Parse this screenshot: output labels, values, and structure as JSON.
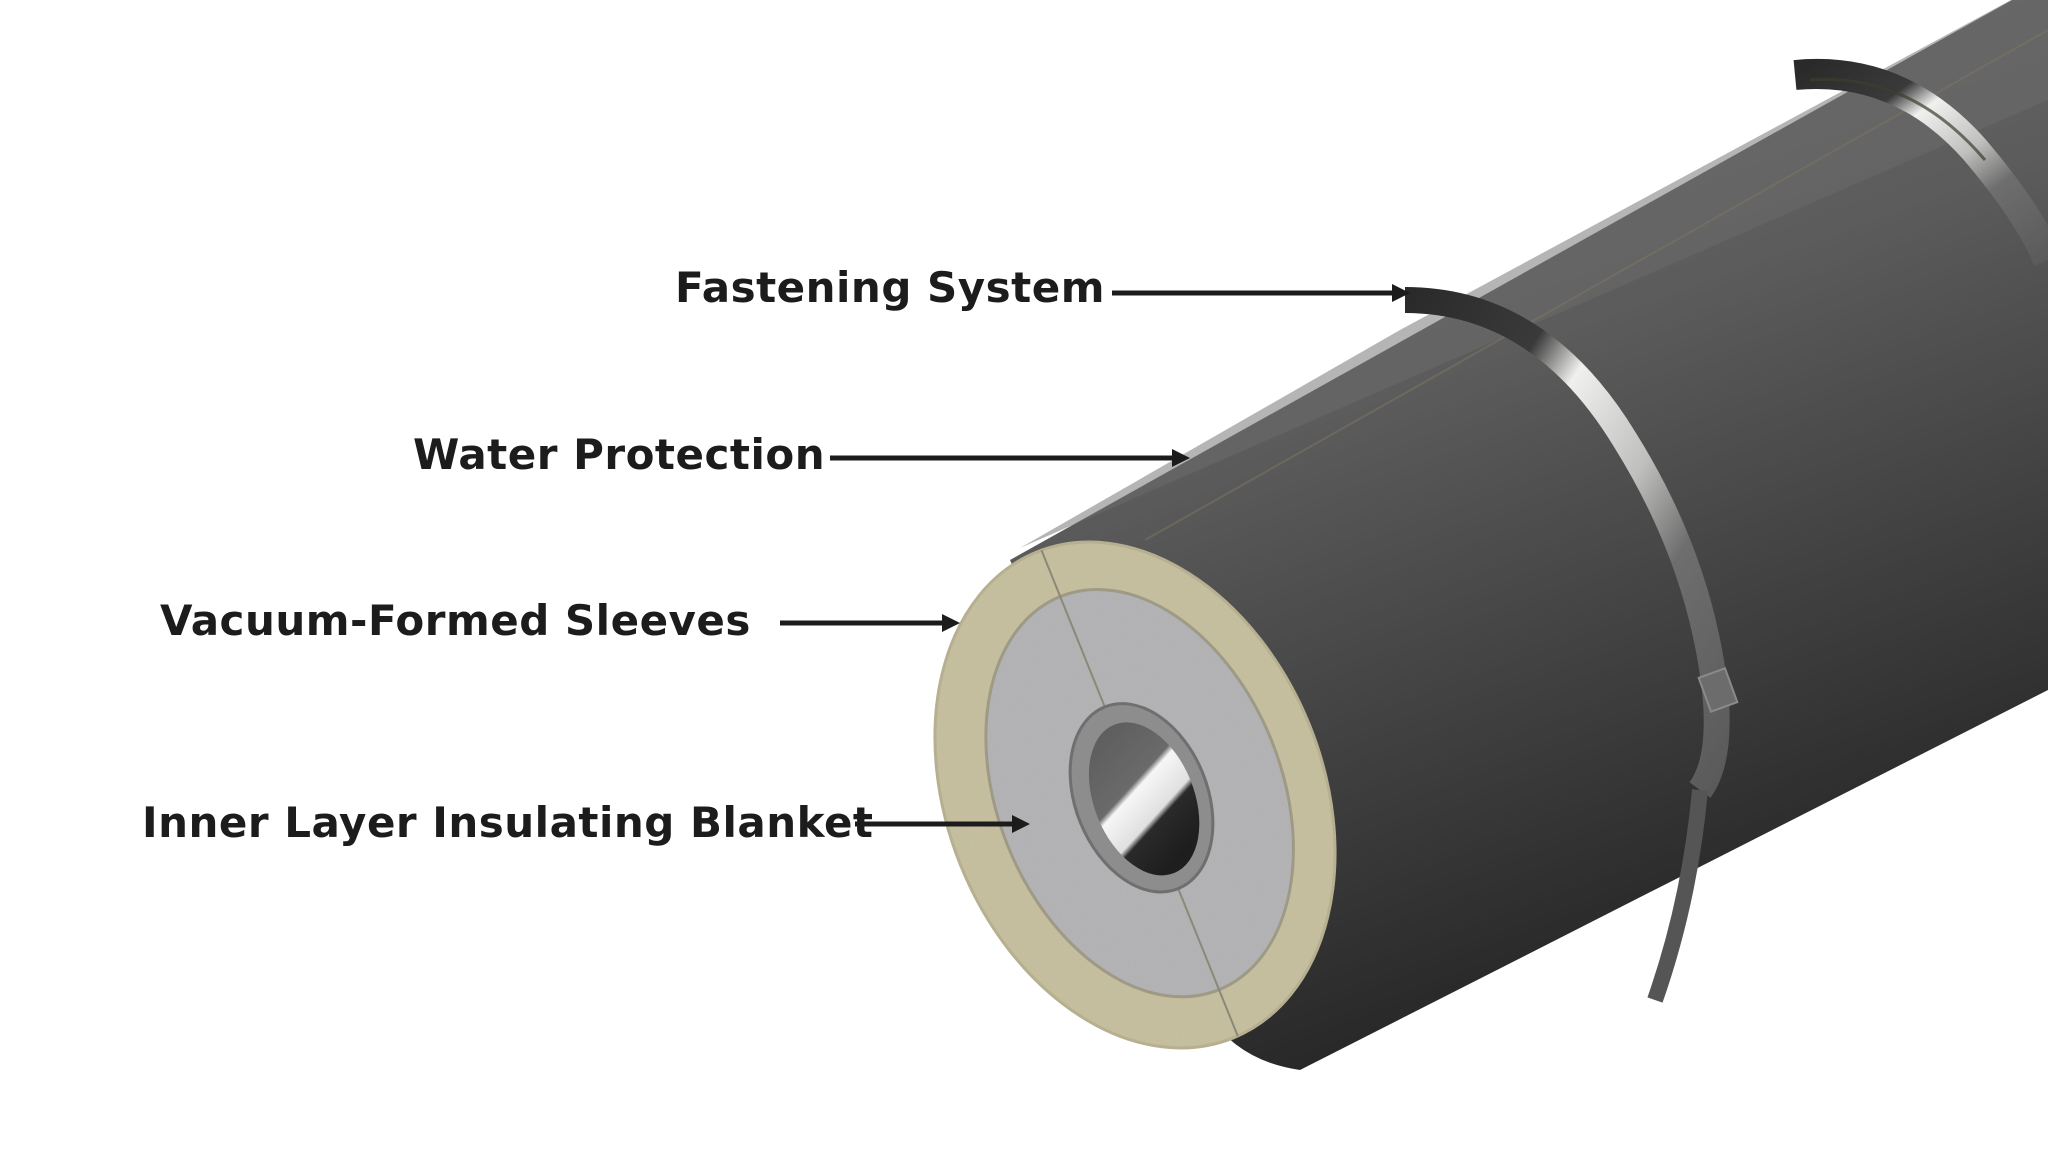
{
  "diagram": {
    "type": "labeled cutaway illustration",
    "subject": "insulated pipe cross-section",
    "labels": [
      {
        "text": "Fastening System",
        "target": "metal band around jacket"
      },
      {
        "text": "Water Protection",
        "target": "outer dark jacket"
      },
      {
        "text": "Vacuum-Formed Sleeves",
        "target": "outer beige insulation ring"
      },
      {
        "text": "Inner Layer Insulating Blanket",
        "target": "inner grey insulation ring"
      }
    ],
    "colors": {
      "background": "#ffffff",
      "label_text": "#1c1c1c",
      "arrow": "#1c1c1c",
      "jacket_light": "#6a6a6a",
      "jacket_dark": "#2e2e2e",
      "sleeve_beige": "#c9c3a4",
      "blanket_grey": "#b4b4b6",
      "pipe_steel": "#8a8a8a",
      "band_highlight": "#e8e8e6"
    }
  }
}
